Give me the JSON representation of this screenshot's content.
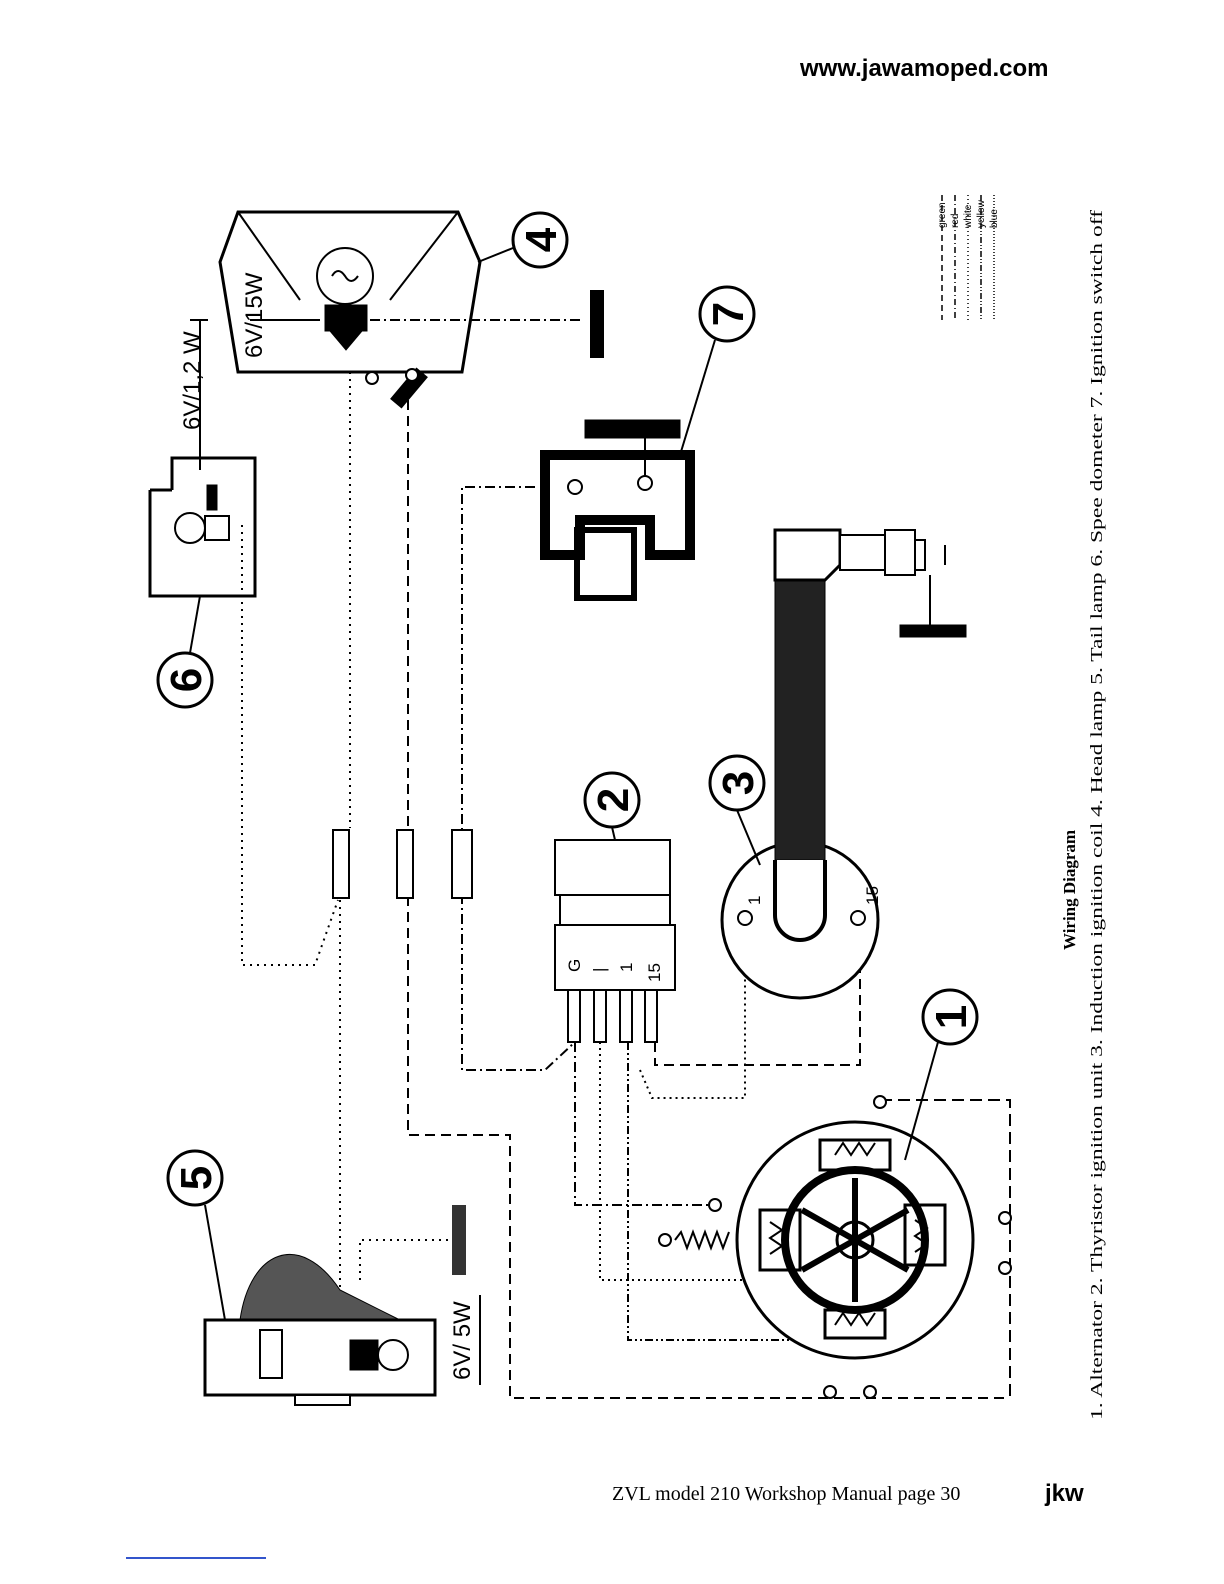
{
  "header": {
    "url": "www.jawamoped.com"
  },
  "components": [
    {
      "number": "1"
    },
    {
      "number": "2"
    },
    {
      "number": "3"
    },
    {
      "number": "4"
    },
    {
      "number": "5"
    },
    {
      "number": "6"
    },
    {
      "number": "7"
    }
  ],
  "ratings": {
    "head_lamp": "6V/15W",
    "speedometer": "6V/1,2 W",
    "tail_lamp": "6V/ 5W"
  },
  "pins": {
    "unit2": [
      "G",
      "|",
      "1",
      "15"
    ],
    "coil3": [
      "1",
      "15"
    ]
  },
  "legend": [
    "green",
    "red",
    "white",
    "yellow",
    "blue"
  ],
  "caption": {
    "title": "Wiring Diagram",
    "text": "1. Alternator 2.  Thyristor ignition unit 3. Induction ignition coil 4. Head lamp 5. Tail lamp 6. Spee dometer 7. Ignition switch off"
  },
  "footer": {
    "text": "ZVL model 210   Workshop Manual   page 30",
    "mark": "jkw"
  }
}
